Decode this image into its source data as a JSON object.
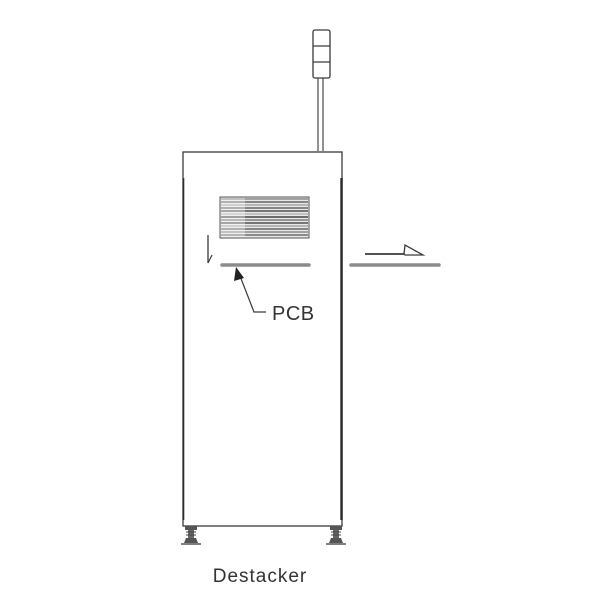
{
  "diagram": {
    "title": "Destacker",
    "callouts": [
      {
        "label": "PCB",
        "target": "pcb-board-inside"
      }
    ],
    "components": {
      "signal_tower": {
        "segments": 3
      },
      "cabinet": {
        "type": "machine-cabinet"
      },
      "pcb_stack": {
        "lines": 13
      },
      "inner_pcb": {
        "type": "pcb-board"
      },
      "outfeed_conveyor": {
        "type": "conveyor-rail"
      },
      "direction_arrow": {
        "direction": "right"
      },
      "down_arrow": {
        "direction": "down"
      },
      "feet": {
        "count": 2
      }
    },
    "colors": {
      "line": "#3a3a3a",
      "board": "#8c8c8c",
      "stack_dark": "#4a4a4a",
      "stack_light": "#b0b0b0"
    }
  }
}
